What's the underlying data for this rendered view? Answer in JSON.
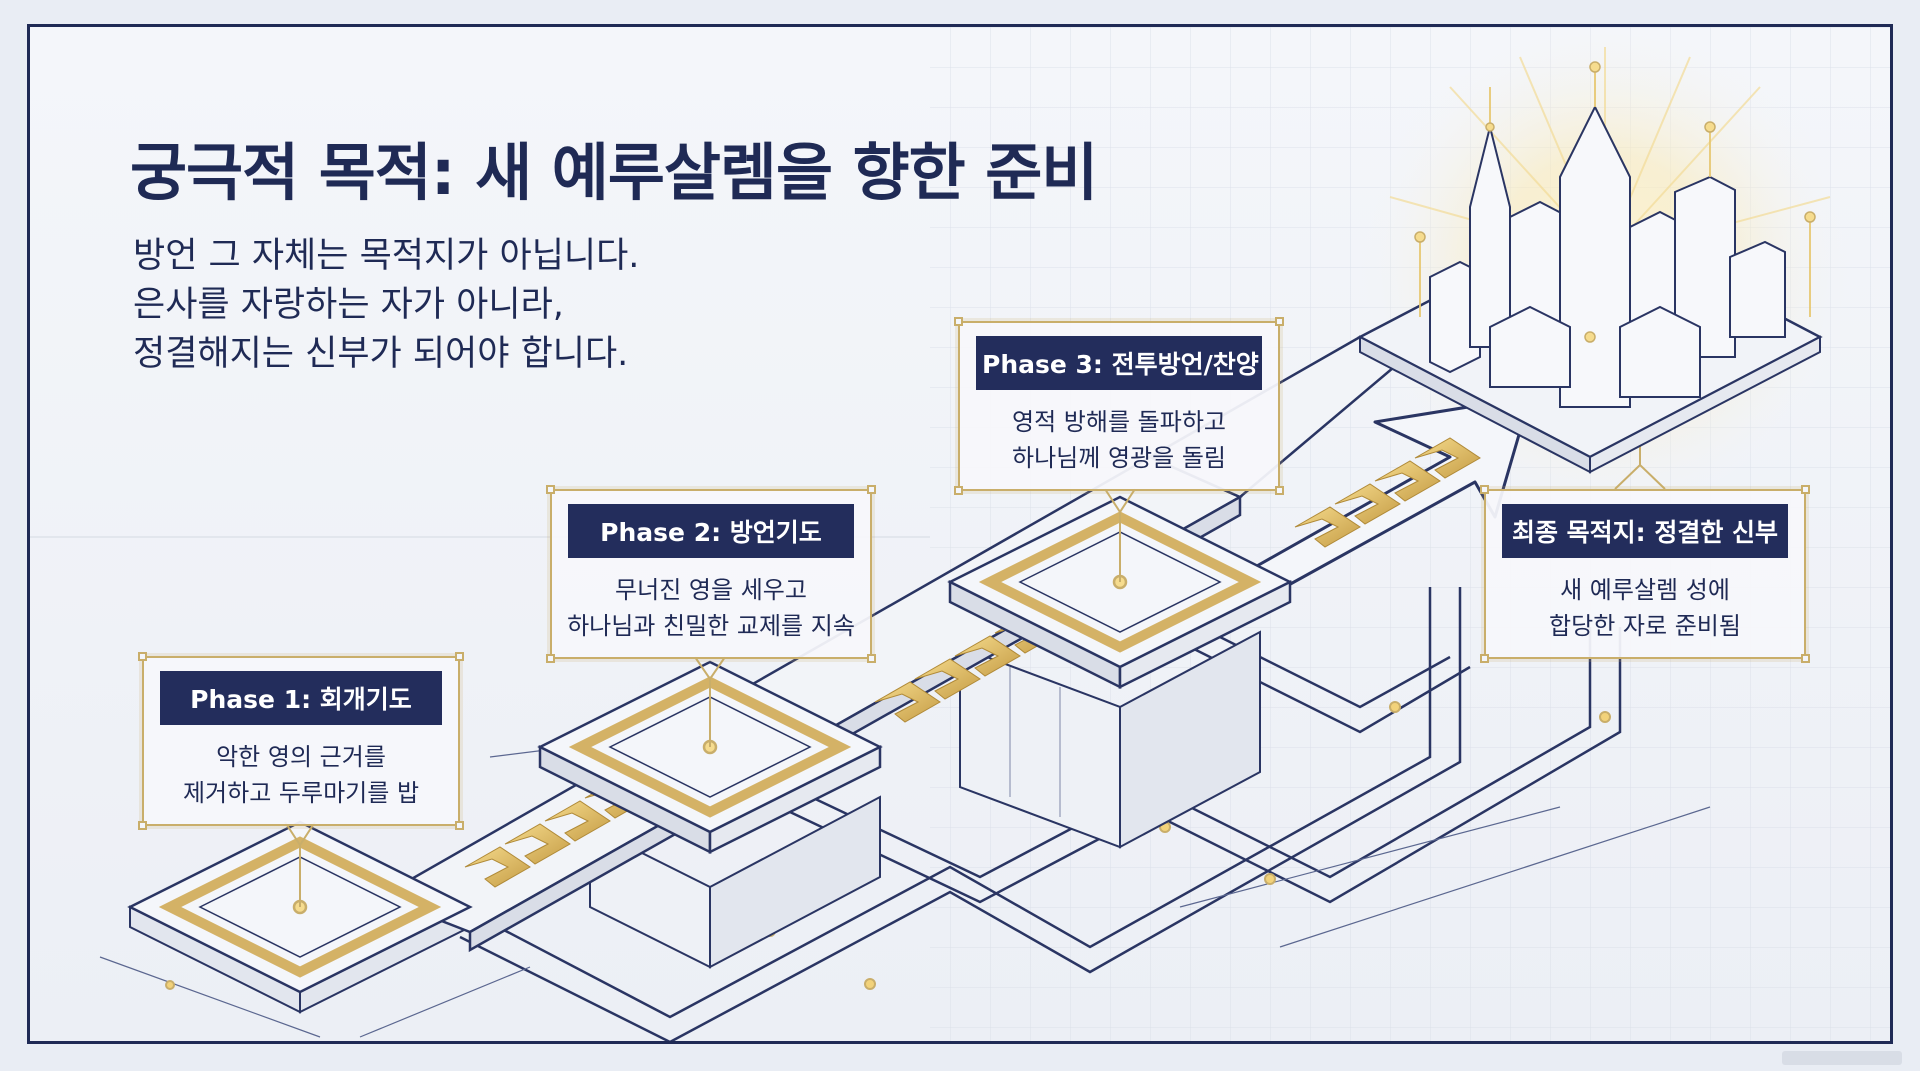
{
  "title": "궁극적 목적: 새 예루살렘을 향한 준비",
  "subtitle_lines": [
    "방언 그 자체는 목적지가 아닙니다.",
    "은사를 자랑하는 자가 아니라,",
    "정결해지는 신부가 되어야 합니다."
  ],
  "phases": [
    {
      "title": "Phase 1: 회개기도",
      "lines": [
        "악한 영의 근거를",
        "제거하고 두루마기를 밥"
      ]
    },
    {
      "title": "Phase 2: 방언기도",
      "lines": [
        "무너진 영을 세우고",
        "하나님과 친밀한 교제를 지속"
      ]
    },
    {
      "title": "Phase 3: 전투방언/찬양",
      "lines": [
        "영적 방해를 돌파하고",
        "하나님께 영광을 돌림"
      ]
    }
  ],
  "destination": {
    "title": "최종 목적지: 정결한 신부",
    "lines": [
      "새 예루살렘 성에",
      "합당한 자로 준비됨"
    ]
  },
  "colors": {
    "navy": "#1f2a55",
    "label_bg": "#232d5c",
    "gold": "#c9ae6a",
    "gold_bright": "#f2d27a",
    "background": "#eceff5"
  },
  "icons": [
    "city-icon",
    "arrow-icon",
    "chevron-icon",
    "platform-icon"
  ]
}
